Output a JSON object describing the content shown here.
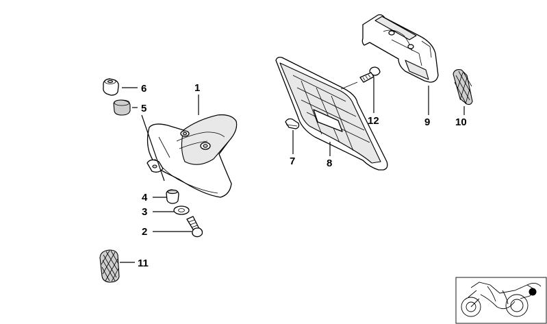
{
  "callouts": [
    {
      "id": "c1",
      "label": "1"
    },
    {
      "id": "c2",
      "label": "2"
    },
    {
      "id": "c3",
      "label": "3"
    },
    {
      "id": "c4",
      "label": "4"
    },
    {
      "id": "c5",
      "label": "5"
    },
    {
      "id": "c6",
      "label": "6"
    },
    {
      "id": "c7",
      "label": "7"
    },
    {
      "id": "c8",
      "label": "8"
    },
    {
      "id": "c9",
      "label": "9"
    },
    {
      "id": "c10",
      "label": "10"
    },
    {
      "id": "c11",
      "label": "11"
    },
    {
      "id": "c12",
      "label": "12"
    }
  ],
  "overview": {
    "icon": "motorcycle-overview-icon",
    "marker_color": "#000000"
  },
  "colors": {
    "line": "#000000",
    "background": "#ffffff",
    "shade": "#e8e8e8"
  }
}
